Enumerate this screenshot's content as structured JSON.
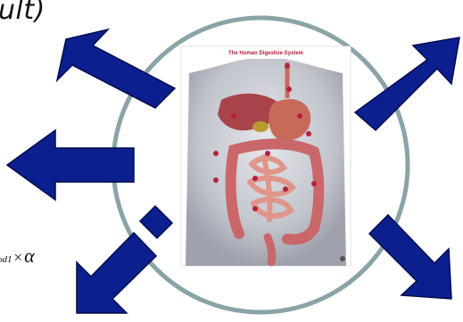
{
  "title_fragment": "ult)",
  "poster": {
    "title": "The Human Digestive System"
  },
  "formula": {
    "subscript": "od1",
    "operator": "×",
    "symbol": "α"
  },
  "colors": {
    "arrow_fill": "#0b1f8f",
    "arrow_stroke": "#000b4d",
    "circle_stroke": "#8aa3a7",
    "skin": "#c9c9cf",
    "organ_red": "#c0504d",
    "intestine": "#d98a7a",
    "marker": "#b3203a"
  },
  "icons": [
    "arrow-up-left-icon",
    "arrow-left-icon",
    "arrow-down-left-icon",
    "arrow-up-right-icon",
    "arrow-down-right-icon"
  ]
}
